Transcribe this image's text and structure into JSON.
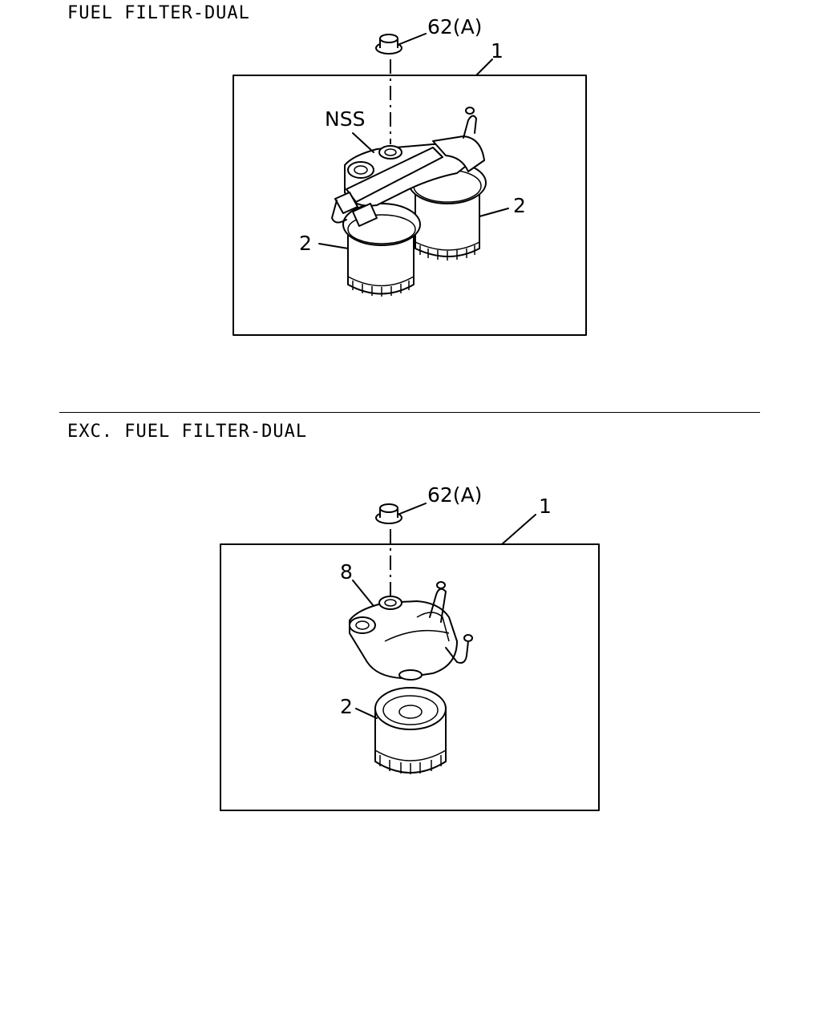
{
  "sections": [
    {
      "title": "FUEL FILTER-DUAL",
      "callouts": {
        "nut": "62(A)",
        "assembly": "1",
        "bracket": "NSS",
        "element_left": "2",
        "element_right": "2"
      }
    },
    {
      "title": "EXC. FUEL FILTER-DUAL",
      "callouts": {
        "nut": "62(A)",
        "assembly": "1",
        "head": "8",
        "element": "2"
      }
    }
  ]
}
